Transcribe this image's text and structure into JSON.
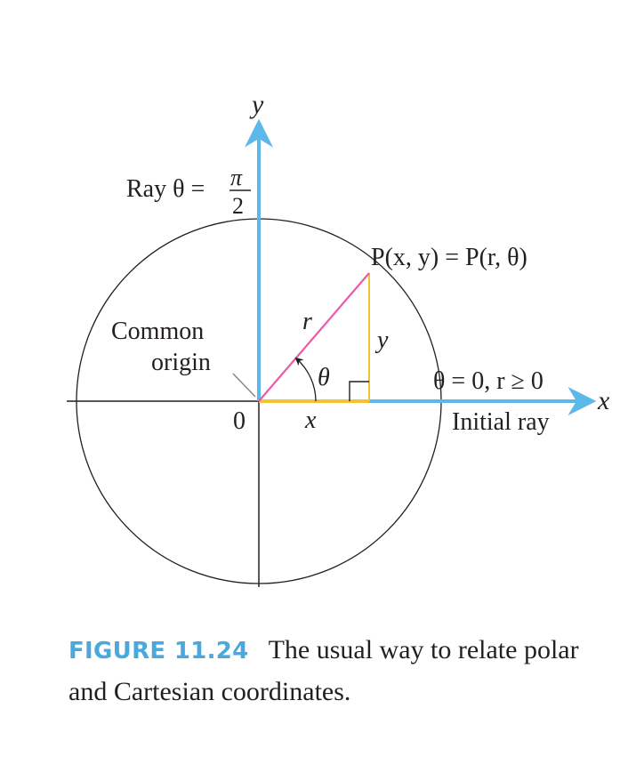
{
  "colors": {
    "axis_ray": "#5bb8e8",
    "radius": "#ec5aa6",
    "legs": "#f2c230",
    "ink": "#231f20",
    "caption_label": "#4aa8dc"
  },
  "labels": {
    "y_axis": "y",
    "x_axis": "x",
    "ray_prefix": "Ray θ =",
    "pi": "π",
    "two": "2",
    "point": "P(x, y) = P(r, θ)",
    "r": "r",
    "y_leg": "y",
    "x_leg": "x",
    "theta": "θ",
    "common": "Common",
    "origin": "origin",
    "zero": "0",
    "initial_condition": "θ = 0, r ≥ 0",
    "initial_ray": "Initial ray"
  },
  "caption": {
    "figure": "FIGURE 11.24",
    "text": "The usual way to relate polar and Cartesian coordinates."
  }
}
